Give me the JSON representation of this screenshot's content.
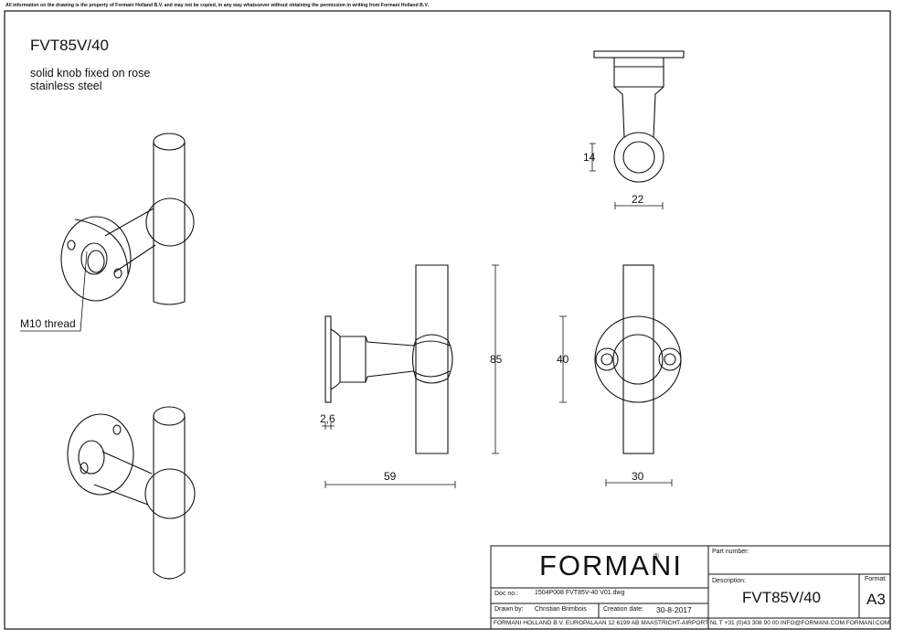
{
  "header": {
    "disclaimer": "All information on the drawing is the property of Formani Holland B.V. and may not be copied, in any way whatsoever without obtaining the permission in writing from Formani Holland B.V."
  },
  "product": {
    "code": "FVT85V/40",
    "description_line1": "solid knob fixed on rose",
    "description_line2": "stainless steel"
  },
  "callouts": {
    "thread": "M10 thread"
  },
  "dimensions": {
    "top_height": "14",
    "top_width": "22",
    "side_thickness": "2,6",
    "side_length": "59",
    "side_height": "85",
    "front_rose": "40",
    "front_width": "30"
  },
  "title_block": {
    "brand": "FORMANI",
    "brand_mark": "®",
    "doc_no_label": "Doc no.:",
    "doc_no_value": "1504P008 FVT85V-40 V01.dwg",
    "drawn_by_label": "Drawn by:",
    "drawn_by_value": "Christian Brimbois",
    "creation_date_label": "Creation date:",
    "creation_date_value": "30-8-2017",
    "part_number_label": "Part number:",
    "description_label": "Description:",
    "description_value": "FVT85V/40",
    "format_label": "Format:",
    "format_value": "A3",
    "footer": "FORMANI HOLLAND B.V.  EUROPALAAN 12  6199 AB MAASTRICHT-AIRPORT NL  T +31 (0)43 308 90 00 INFO@FORMANI.COM FORMANI.COM"
  }
}
